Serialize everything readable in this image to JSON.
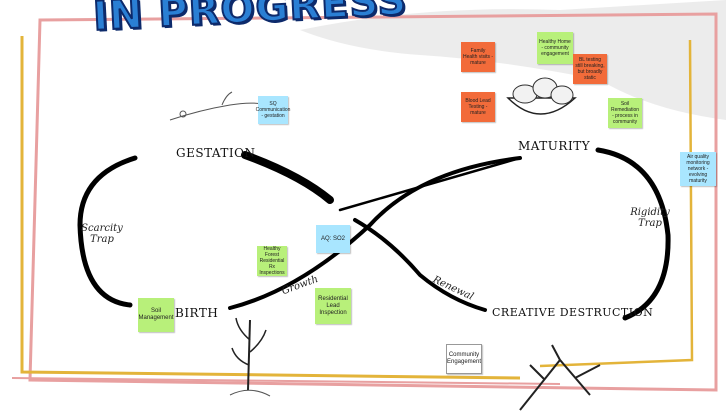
{
  "title": "IN PROGRESS",
  "stages": {
    "gestation": "GESTATION",
    "maturity": "MATURITY",
    "birth": "BIRTH",
    "creative_destruction": "CREATIVE DESTRUCTION"
  },
  "handwritten": {
    "scarcity_trap": "Scarcity Trap",
    "rigidity_trap": "Rigidity Trap",
    "growth": "Growth",
    "renewal": "Renewal"
  },
  "notes": {
    "family_health": "Family Health visits - mature",
    "healthy_home": "Healthy Home - community engagement",
    "bl_testing": "BL testing still breaking, but broadly static",
    "blood_lead": "Blood Lead Testing - mature",
    "soil_remediation": "Soil Remediation - process in community",
    "sq_communication": "SQ Communication - gestation",
    "air_quality": "Air quality monitoring network - evolving maturity",
    "aq_so2": "AQ: SO2",
    "healthy_forest": "Healthy Forest Residential Rx Inspections",
    "residential_lead": "Residential Lead Inspection",
    "soil_management": "Soil Management",
    "community_engagement": "Community Engagement"
  },
  "colors": {
    "title_fill": "#2a7fd4",
    "title_outline": "#0d2a6b",
    "frame_pink": "#e8a0a0",
    "frame_yellow": "#e3b43a",
    "note_orange": "#f26b3a",
    "note_green": "#b8f07a",
    "note_blue": "#a9e6ff",
    "note_white": "#ffffff"
  }
}
